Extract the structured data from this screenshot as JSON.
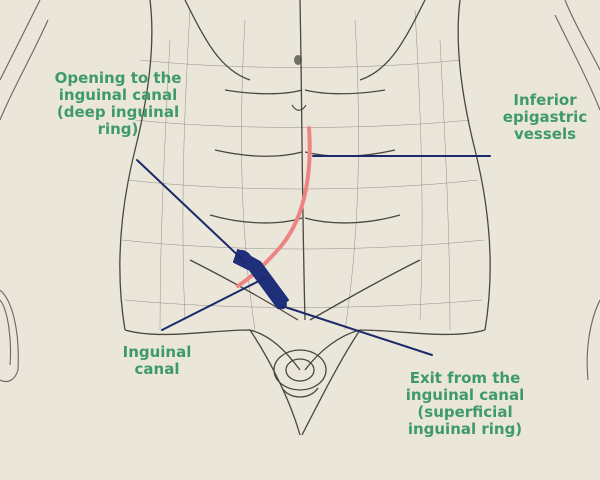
{
  "labels": {
    "deep_ring": "Opening to the\ninguinal canal\n(deep inguinal\nring)",
    "epigastric": "Inferior\nepigastric\nvessels",
    "inguinal_canal": "Inguinal\ncanal",
    "superficial_ring": "Exit from the\ninguinal canal\n(superficial\ninguinal ring)"
  },
  "colors": {
    "background": "#ebe6da",
    "sketch": "#4a4640",
    "label_text": "#3f9a6a",
    "pointer_lines": "#1c2a6b",
    "inguinal_canal_fill": "#1f2f7a",
    "epigastric_vessels": "#ee8383"
  }
}
